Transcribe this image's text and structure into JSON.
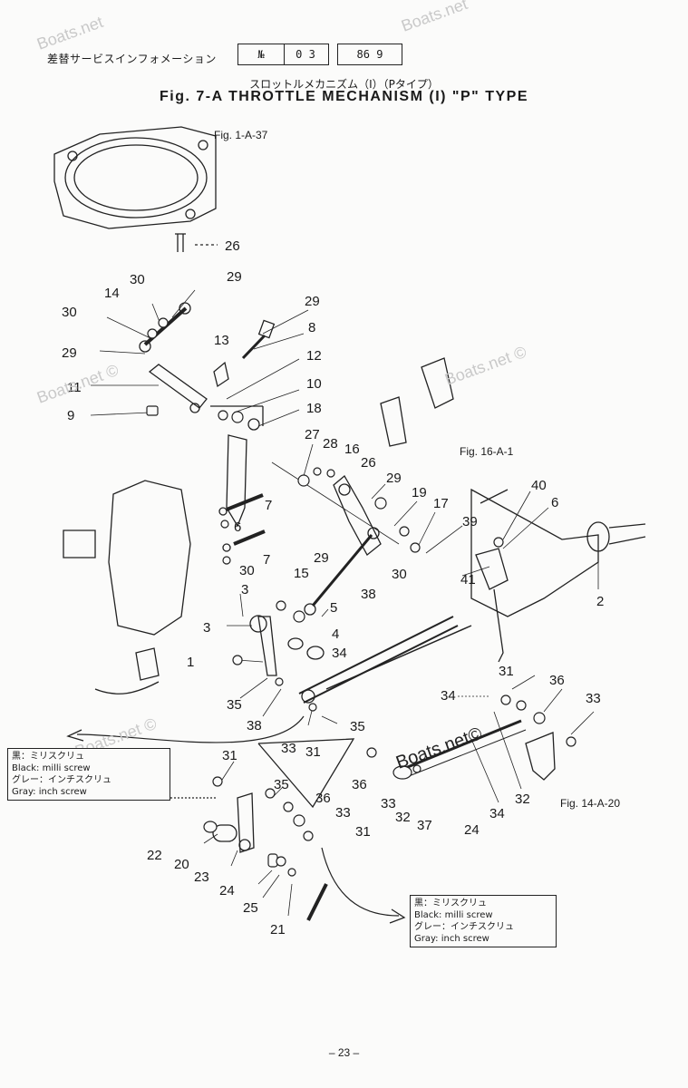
{
  "header": {
    "jp_title": "差替サービスインフォメーション",
    "box1": "№",
    "box2": "0 3",
    "box3": "86  9"
  },
  "subtitle_jp": "スロットルメカニズム（I）（Pタイプ）",
  "title": "Fig. 7-A   THROTTLE MECHANISM (I) \"P\" TYPE",
  "watermarks": [
    "Boats.net",
    "Boats.net",
    "Boats.net ©",
    "Boats.net ©",
    "Boats.net ©",
    "Boats.net©"
  ],
  "fig_refs": {
    "top": "Fig. 1-A-37",
    "right": "Fig. 16-A-1",
    "bottom_right": "Fig. 14-A-20"
  },
  "legend_left": {
    "line1": "黒：ミリスクリュ",
    "line2": "Black: milli screw",
    "line3": "グレー：インチスクリュ",
    "line4": "Gray: inch screw"
  },
  "legend_right": {
    "line1": "黒：ミリスクリュ",
    "line2": "Black: milli screw",
    "line3": "グレー：インチスクリュ",
    "line4": "Gray: inch screw"
  },
  "part_labels": [
    "26",
    "30",
    "29",
    "14",
    "30",
    "29",
    "29",
    "13",
    "8",
    "11",
    "12",
    "10",
    "9",
    "18",
    "27",
    "28",
    "16",
    "26",
    "29",
    "19",
    "17",
    "39",
    "40",
    "6",
    "7",
    "6",
    "7",
    "30",
    "29",
    "15",
    "30",
    "38",
    "41",
    "2",
    "3",
    "3",
    "5",
    "4",
    "34",
    "1",
    "35",
    "31",
    "33",
    "36",
    "34",
    "33",
    "31",
    "38",
    "35",
    "31",
    "33",
    "36",
    "33",
    "31",
    "35",
    "36",
    "32",
    "37",
    "32",
    "34",
    "24",
    "22",
    "20",
    "23",
    "24",
    "25",
    "21"
  ],
  "page_number": "– 23 –"
}
